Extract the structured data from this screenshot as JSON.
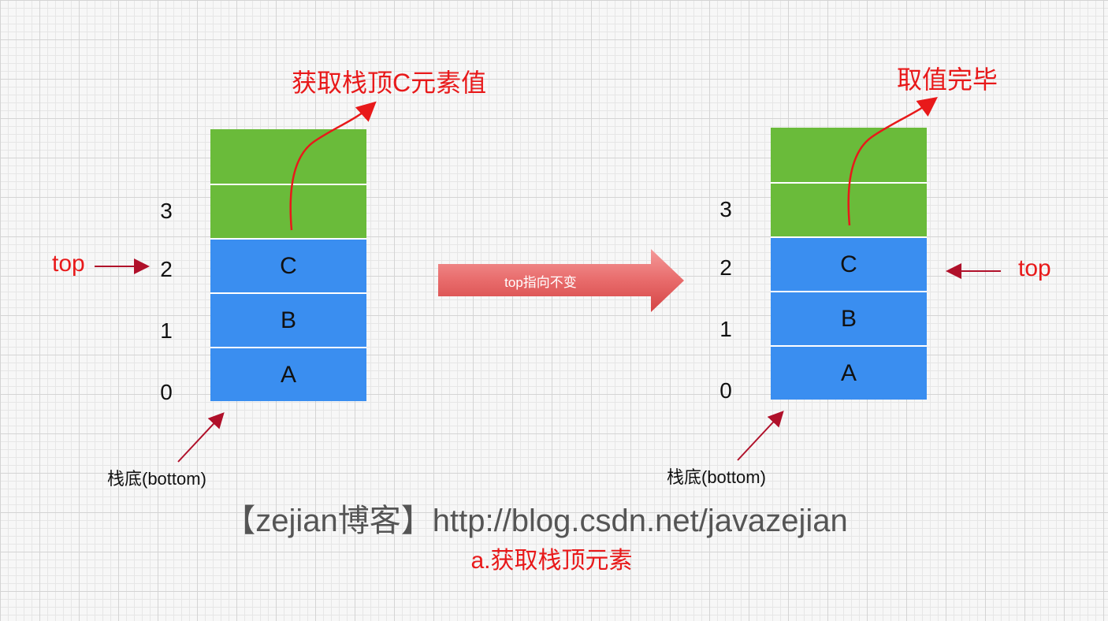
{
  "left": {
    "caption": "获取栈顶C元素值",
    "top_label": "top",
    "bottom_label": "栈底(bottom)",
    "cells": [
      "",
      "",
      "C",
      "B",
      "A"
    ],
    "indices": [
      "3",
      "2",
      "1",
      "0"
    ]
  },
  "middle": {
    "arrow_label": "top指向不变"
  },
  "right": {
    "caption": "取值完毕",
    "top_label": "top",
    "bottom_label": "栈底(bottom)",
    "cells": [
      "",
      "",
      "C",
      "B",
      "A"
    ],
    "indices": [
      "3",
      "2",
      "1",
      "0"
    ]
  },
  "footer": {
    "url_text": "【zejian博客】http://blog.csdn.net/javazejian",
    "caption": "a.获取栈顶元素"
  },
  "colors": {
    "empty_cell": "#6abb3a",
    "filled_cell": "#3a8ef0",
    "annotation_red": "#e8191a",
    "arrow_dark_red": "#b0102a"
  }
}
